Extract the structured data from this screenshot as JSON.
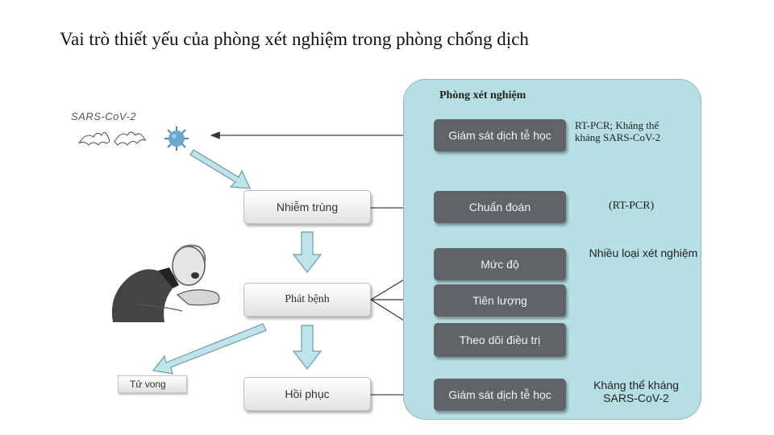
{
  "title": "Vai trò thiết yếu của phòng xét nghiệm trong phòng chống dịch",
  "virus_label": "SARS-CoV-2",
  "lab": {
    "title": "Phòng xét nghiệm",
    "boxes": [
      "Giám sát dịch tễ học",
      "Chuẩn đoán",
      "Mức độ",
      "Tiên lượng",
      "Theo dõi điều trị",
      "Giám sát dịch tễ học"
    ]
  },
  "stages": [
    "Nhiễm trùng",
    "Phát bệnh",
    "Hồi phục"
  ],
  "death_label": "Tử vong",
  "notes": {
    "surveillance_tests": "RT-PCR; Kháng thể kháng SARS-CoV-2",
    "diagnosis_test": "(RT-PCR)",
    "multiple_tests": "Nhiều loại xét nghiệm",
    "recovery_test": "Kháng thể kháng SARS-CoV-2"
  },
  "colors": {
    "panel": "#b6dfe4",
    "dark_box": "#606468",
    "arrow": "#bfe3ea"
  },
  "icons": [
    "bat-icon",
    "virus-icon",
    "sick-person-image"
  ]
}
